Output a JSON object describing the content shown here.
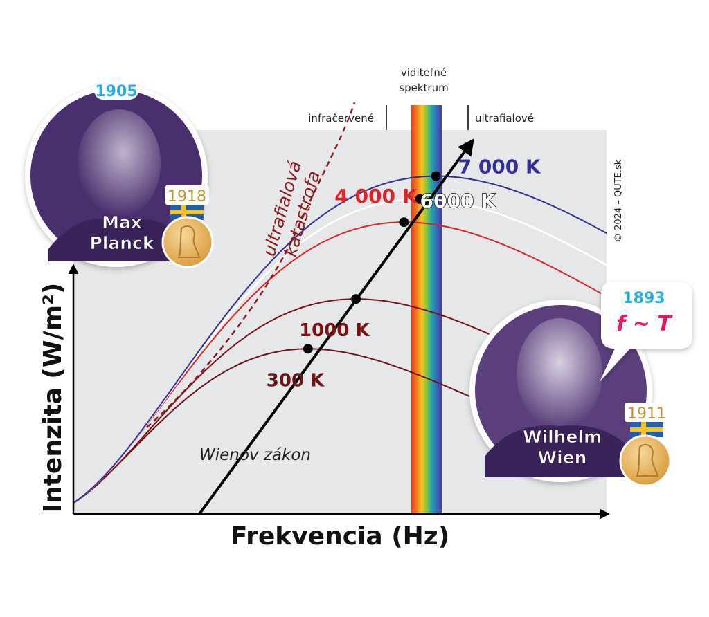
{
  "chart_data": {
    "type": "line",
    "xlabel": "Frekvencia (Hz)",
    "ylabel": "Intenzita (W/m²)",
    "x_scale": "relative",
    "series": [
      {
        "name": "300 K",
        "color": "#6b1418",
        "peak_x": 0.44,
        "peak_y": 0.43
      },
      {
        "name": "1000 K",
        "color": "#7a1216",
        "peak_x": 0.53,
        "peak_y": 0.56
      },
      {
        "name": "4 000 K",
        "color": "#d7262b",
        "peak_x": 0.62,
        "peak_y": 0.76
      },
      {
        "name": "6000 K",
        "color": "#ffffff",
        "peak_x": 0.65,
        "peak_y": 0.82
      },
      {
        "name": "7 000 K",
        "color": "#312f8f",
        "peak_x": 0.68,
        "peak_y": 0.88
      }
    ],
    "wien_line_label": "Wienov zákon",
    "catastrophe_label": [
      "ultrafialová",
      "katastrofa"
    ],
    "spectrum": {
      "title_lines": [
        "viditeľné",
        "spektrum"
      ],
      "left_label": "infračervené",
      "right_label": "ultrafialové"
    }
  },
  "copyright": "© 2024 – QUTE.sk",
  "planck": {
    "year": "1905",
    "name_lines": [
      "Max",
      "Planck"
    ],
    "nobel_year": "1918"
  },
  "wien": {
    "year": "1893",
    "formula": "f ~ T",
    "name_lines": [
      "Wilhelm",
      "Wien"
    ],
    "nobel_year": "1911"
  },
  "colors": {
    "plot_bg": "#e6e7e8",
    "portrait": "#4a2f6e",
    "year_blue": "#29abe2",
    "formula_pink": "#e6195f",
    "medal_gold": "#e9b55a",
    "dark_red": "#7a1216"
  }
}
